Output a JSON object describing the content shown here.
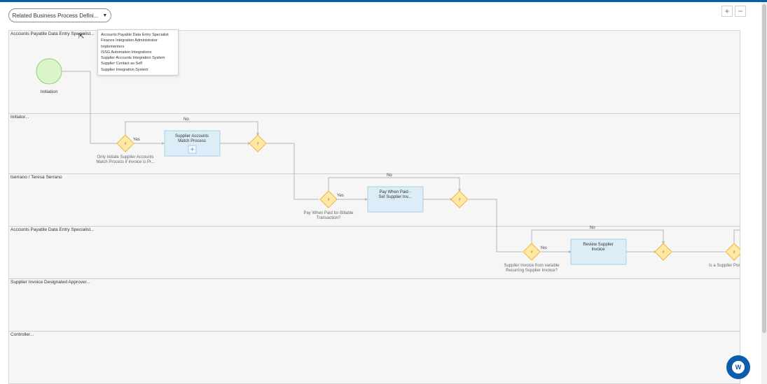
{
  "toolbar": {
    "dropdown_label": "Related Business Process Defini...",
    "zoom_in": "+",
    "zoom_out": "−"
  },
  "lanes": [
    {
      "label": "Accounts Payable Data Entry Specialist..."
    },
    {
      "label": "Initiator..."
    },
    {
      "label": "tserrano / Teresa Serrano"
    },
    {
      "label": "Accounts Payable Data Entry Specialist..."
    },
    {
      "label": "Supplier Invoice Designated Approver..."
    },
    {
      "label": "Controller..."
    }
  ],
  "tooltip": {
    "items": [
      "Accounts Payable Data Entry Specialist",
      "Finance Integration Administrator",
      "Implementers",
      "ISSG Automation Integrations",
      "Supplier Accounts Integration System",
      "Supplier Contact as Self",
      "Supplier Integration System"
    ]
  },
  "flow": {
    "start_label": "Initiation",
    "gateway_symbol": "if",
    "yes_label": "Yes",
    "no_label": "No",
    "tasks": [
      {
        "line1": "Supplier Accounts",
        "line2": "Match Process",
        "add_icon": "+"
      },
      {
        "line1": "Pay When Paid -",
        "line2": "Set Supplier Inv..."
      },
      {
        "line1": "Review Supplier",
        "line2": "Invoice"
      }
    ],
    "conditions": [
      {
        "line1": "Only initiate Supplier Accounts",
        "line2": "Match Process if Invoice is Pr..."
      },
      {
        "line1": "Pay When Paid for Billable",
        "line2": "Transaction?"
      },
      {
        "line1": "Supplier Invoice from variable",
        "line2": "Recurring Supplier Invoice?"
      },
      {
        "line1": "Is a Supplier Por",
        "line2": ""
      }
    ]
  },
  "chat_button": {
    "label": "W"
  },
  "colors": {
    "start": "#d9f5c9",
    "start_stroke": "#8fcf73",
    "gateway": "#fde8a6",
    "gateway_stroke": "#e9b93b",
    "task": "#dcedf7",
    "task_stroke": "#a9cde3",
    "accent": "#0b5cab"
  }
}
